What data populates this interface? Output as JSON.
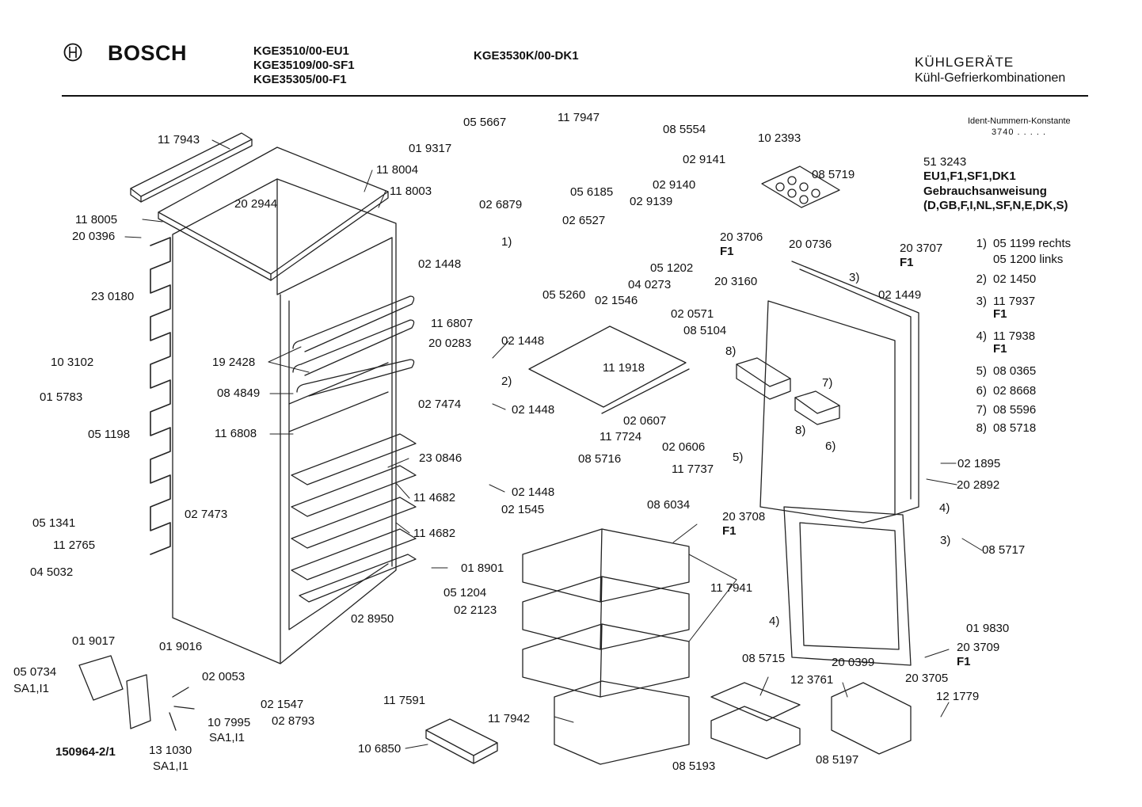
{
  "header": {
    "brand": "BOSCH",
    "models_left": [
      "KGE3510/00-EU1",
      "KGE35109/00-SF1",
      "KGE35305/00-F1"
    ],
    "model_right": "KGE3530K/00-DK1",
    "category": "KÜHLGERÄTE",
    "subcategory": "Kühl-Gefrierkombinationen",
    "ident_label": "Ident-Nummern-Konstante",
    "ident_value": "3740 . . . . ."
  },
  "info": {
    "doc_number": "51 3243",
    "variants": "EU1,F1,SF1,DK1",
    "doc_title": "Gebrauchsanweisung",
    "languages": "(D,GB,F,I,NL,SF,N,E,DK,S)"
  },
  "legend": [
    {
      "key": "1)",
      "value": "05 1199 rechts",
      "value2": "05 1200 links"
    },
    {
      "key": "2)",
      "value": "02 1450"
    },
    {
      "key": "3)",
      "value": "11 7937",
      "sub": "F1"
    },
    {
      "key": "4)",
      "value": "11 7938",
      "sub": "F1"
    },
    {
      "key": "5)",
      "value": "08 0365"
    },
    {
      "key": "6)",
      "value": "02 8668"
    },
    {
      "key": "7)",
      "value": "08 5596"
    },
    {
      "key": "8)",
      "value": "08 5718"
    }
  ],
  "drawing_id": "150964-2/1",
  "parts": [
    "11 7943",
    "11 8004",
    "11 8003",
    "20 2944",
    "11 8005",
    "20 0396",
    "23 0180",
    "10 3102",
    "01 5783",
    "05 1198",
    "05 1341",
    "11 2765",
    "04 5032",
    "01 9017",
    "01 9016",
    "05 0734",
    "SA1,I1",
    "02 0053",
    "02 1547",
    "02 8793",
    "13 1030",
    "SA1,I1",
    "10 7995",
    "SA1,I1",
    "10 6850",
    "11 7591",
    "02 8950",
    "11 6807",
    "20 0283",
    "19 2428",
    "08 4849",
    "11 6808",
    "23 0846",
    "11 4682",
    "11 4682",
    "02 7473",
    "02 7474",
    "01 8901",
    "05 1204",
    "02 2123",
    "05 5667",
    "01 9317",
    "02 6879",
    "11 7947",
    "08 5554",
    "05 6185",
    "02 9141",
    "02 9140",
    "02 9139",
    "10 2393",
    "08 5719",
    "02 6527",
    "05 5260",
    "02 1546",
    "05 1202",
    "04 0273",
    "02 1448",
    "02 1448",
    "02 1448",
    "02 1448",
    "02 1545",
    "1)",
    "2)",
    "11 1918",
    "02 0607",
    "11 7724",
    "08 5716",
    "02 0606",
    "11 7737",
    "08 6034",
    "11 7941",
    "11 7942",
    "20 3706",
    "F1",
    "20 0736",
    "20 3160",
    "02 0571",
    "08 5104",
    "8)",
    "8)",
    "7)",
    "3)",
    "02 1449",
    "6)",
    "5)",
    "20 3707",
    "F1",
    "02 1895",
    "20 2892",
    "4)",
    "3)",
    "08 5717",
    "20 3708",
    "F1",
    "4)",
    "01 9830",
    "20 0399",
    "20 3709",
    "F1",
    "20 3705",
    "08 5715",
    "12 3761",
    "12 1779",
    "08 5193",
    "08 5197"
  ]
}
